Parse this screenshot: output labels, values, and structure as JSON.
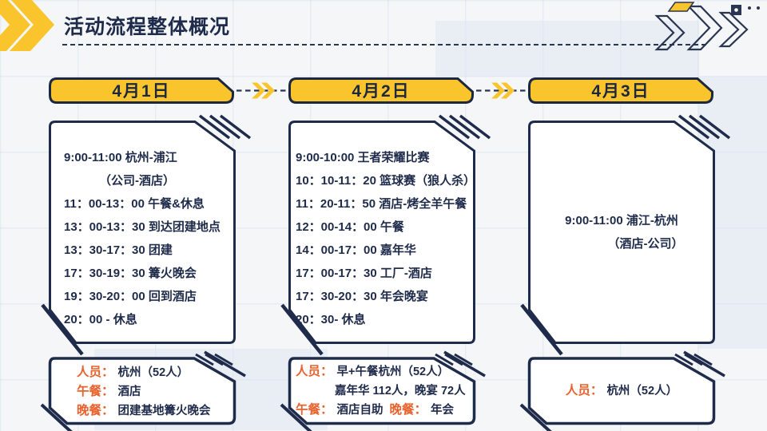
{
  "title": "活动流程整体概况",
  "colors": {
    "accent_yellow": "#FAC42C",
    "navy": "#1F2B4A",
    "orange": "#E8622D",
    "background": "#F5F6F8"
  },
  "columns": [
    {
      "date": "4月1日",
      "schedule": [
        "9:00-11:00 杭州-浦江",
        "（公司-酒店）",
        "11：00-13：00 午餐&休息",
        "13：00-13：30 到达团建地点",
        "13：30-17：30 团建",
        "17：30-19：30 篝火晚会",
        "19：30-20：00 回到酒店",
        "20：00 - 休息"
      ],
      "summary": [
        {
          "label": "人员：",
          "value": "杭州（52人）"
        },
        {
          "label": "午餐：",
          "value": "酒店"
        },
        {
          "label": "晚餐：",
          "value": "团建基地篝火晚会"
        }
      ]
    },
    {
      "date": "4月2日",
      "schedule": [
        "9:00-10:00 王者荣耀比赛",
        "10：10-11：20 篮球赛（狼人杀）",
        "11：20-11：50 酒店-烤全羊午餐",
        "12：00-14：00 午餐",
        "14：00-17：00 嘉年华",
        "17：00-17：30 工厂-酒店",
        "17：30-20：30 年会晚宴",
        "20：30- 休息"
      ],
      "summary": [
        {
          "label": "人员：",
          "value": "早+午餐杭州（52人）"
        },
        {
          "label": "",
          "value": "嘉年华 112人，晚宴 72人"
        },
        {
          "label": "午餐：",
          "value": "酒店自助",
          "label2": "晚餐：",
          "value2": "年会"
        }
      ]
    },
    {
      "date": "4月3日",
      "schedule": [
        "9:00-11:00 浦江-杭州",
        "（酒店-公司）"
      ],
      "summary": [
        {
          "label": "人员：",
          "value": "杭州（52人）"
        }
      ]
    }
  ]
}
